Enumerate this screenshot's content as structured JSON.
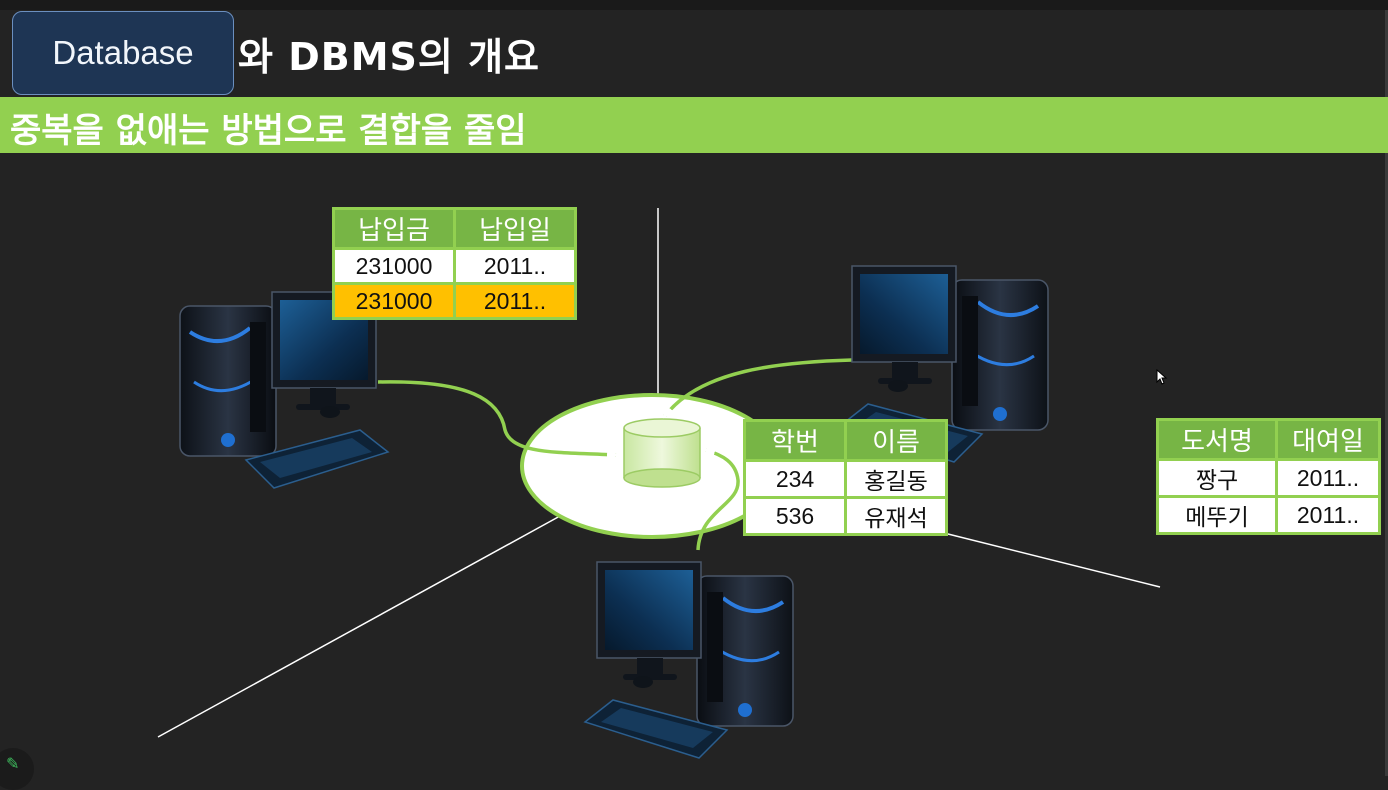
{
  "slide": {
    "title": "와 DBMS의 개요",
    "chip_label": "Database",
    "subtitle": "중복을 없애는 방법으로 결합을 줄임"
  },
  "colors": {
    "background": "#232323",
    "accent_green": "#92d050",
    "header_green": "#77b545",
    "highlight_orange": "#ffc000",
    "chip_navy": "#1e3554"
  },
  "tables": {
    "payment": {
      "headers": [
        "납입금",
        "납입일"
      ],
      "rows": [
        [
          "231000",
          "2011.."
        ],
        [
          "231000",
          "2011.."
        ]
      ]
    },
    "student": {
      "headers": [
        "학번",
        "이름"
      ],
      "rows": [
        [
          "234",
          "홍길동"
        ],
        [
          "536",
          "유재석"
        ]
      ]
    },
    "book": {
      "headers": [
        "도서명",
        "대여일"
      ],
      "rows": [
        [
          "짱구",
          "2011.."
        ],
        [
          "메뚜기",
          "2011.."
        ]
      ]
    }
  },
  "icons": {
    "database": "database-cylinder-icon",
    "computers": [
      "computer-icon",
      "computer-icon",
      "computer-icon"
    ],
    "pen_tool": "pencil-icon",
    "pointer": "mouse-cursor-icon"
  }
}
